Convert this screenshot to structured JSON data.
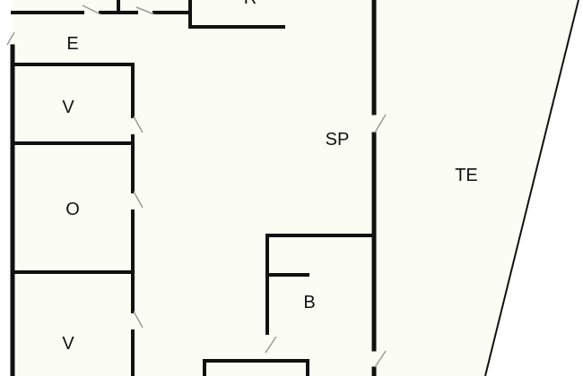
{
  "floorplan": {
    "colors": {
      "background": "#ffffff",
      "interior_fill": "#fbfcf3",
      "wall": "#111111",
      "door_marker": "#999999"
    },
    "rooms": [
      {
        "id": "r",
        "label": "R"
      },
      {
        "id": "e",
        "label": "E"
      },
      {
        "id": "v-top",
        "label": "V"
      },
      {
        "id": "o",
        "label": "O"
      },
      {
        "id": "v-bottom",
        "label": "V"
      },
      {
        "id": "sp",
        "label": "SP"
      },
      {
        "id": "te",
        "label": "TE"
      },
      {
        "id": "b",
        "label": "B"
      }
    ]
  }
}
